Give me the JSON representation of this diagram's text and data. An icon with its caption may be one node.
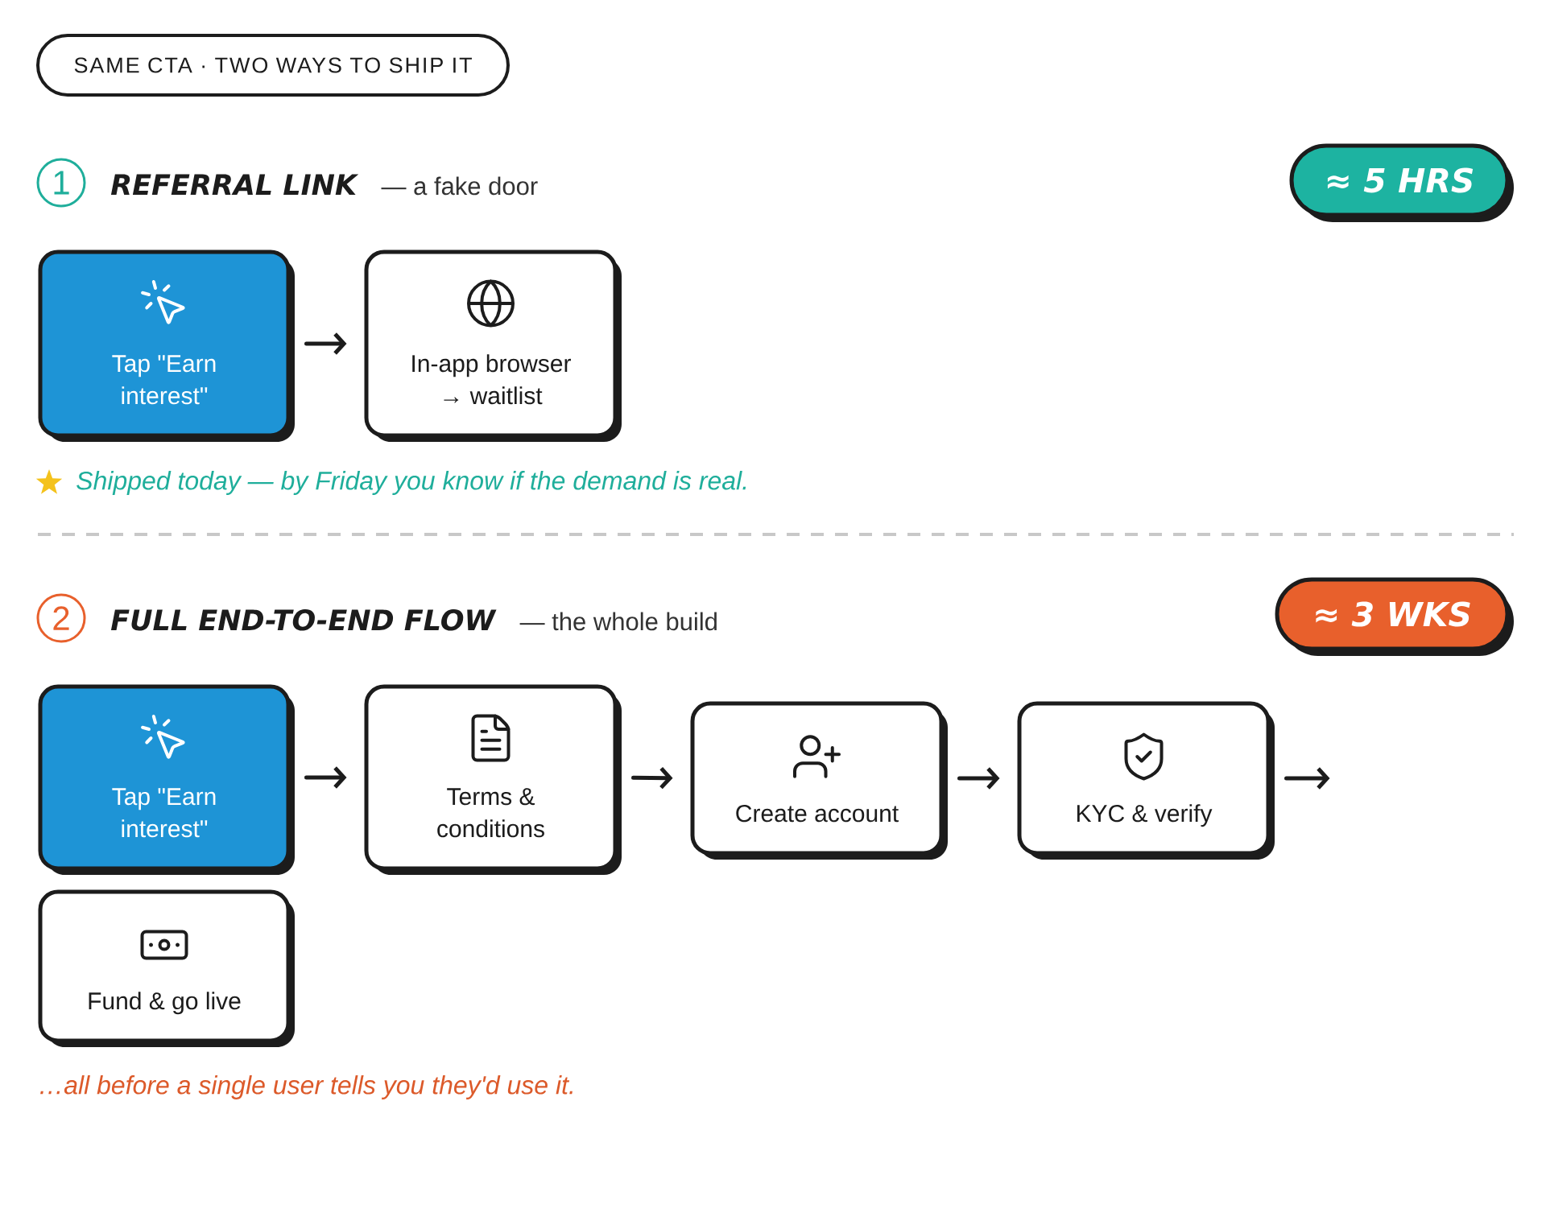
{
  "diagram": {
    "title": "SAME CTA · TWO WAYS TO SHIP IT",
    "nodes": [
      {
        "text": [
          "1"
        ]
      },
      {
        "text": [
          "≈ 5 HRS"
        ]
      },
      {
        "text": [
          "Tap \"Earn interest\""
        ]
      },
      {
        "text": [
          "In-app browser → waitlist"
        ]
      },
      {
        "text": [
          "2"
        ]
      },
      {
        "text": [
          "≈ 3 WKS"
        ]
      },
      {
        "text": [
          "Tap \"Earn interest\""
        ]
      },
      {
        "text": [
          "Terms & conditions"
        ]
      },
      {
        "text": [
          "Create account"
        ]
      },
      {
        "text": [
          "KYC & verify"
        ]
      },
      {
        "text": [
          "Fund & go live"
        ]
      }
    ],
    "edges": [
      {
        "from": 2,
        "to": 3,
        "arrow": "to"
      },
      {
        "from": 6,
        "to": 7,
        "arrow": "to"
      },
      {
        "from": 7,
        "to": 8,
        "arrow": "to"
      },
      {
        "from": 8,
        "to": 9,
        "arrow": "to"
      },
      {
        "from": 9,
        "to": null,
        "arrow": "to"
      }
    ],
    "labels": [
      "REFERRAL LINK",
      "— a fake door",
      "Shipped today — by Friday you know if the demand is real.",
      "FULL END-TO-END FLOW",
      "— the whole build",
      "…all before a single user tells you they'd use it."
    ]
  }
}
